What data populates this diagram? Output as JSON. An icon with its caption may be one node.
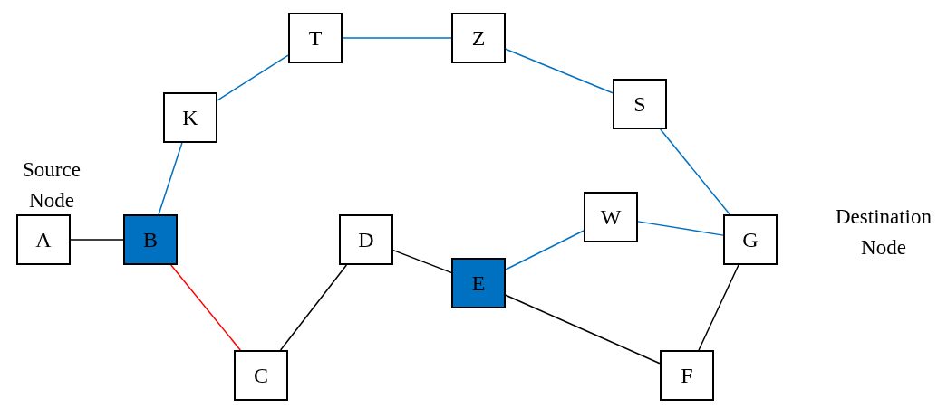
{
  "diagram": {
    "nodes": [
      {
        "text": [
          "A"
        ],
        "beside": [
          "Source Node"
        ]
      },
      {
        "text": [
          "B"
        ]
      },
      {
        "text": [
          "K"
        ]
      },
      {
        "text": [
          "T"
        ]
      },
      {
        "text": [
          "Z"
        ]
      },
      {
        "text": [
          "S"
        ]
      },
      {
        "text": [
          "W"
        ]
      },
      {
        "text": [
          "G"
        ],
        "beside": [
          "Destination Node"
        ]
      },
      {
        "text": [
          "D"
        ]
      },
      {
        "text": [
          "E"
        ]
      },
      {
        "text": [
          "C"
        ]
      },
      {
        "text": [
          "F"
        ]
      }
    ],
    "edges": [
      {
        "from": 0,
        "to": 1,
        "arrow": "none",
        "color": "#000000"
      },
      {
        "from": 1,
        "to": 2,
        "arrow": "none"
      },
      {
        "from": 2,
        "to": 3,
        "arrow": "none"
      },
      {
        "from": 3,
        "to": 4,
        "arrow": "none"
      },
      {
        "from": 4,
        "to": 5,
        "arrow": "none"
      },
      {
        "from": 5,
        "to": 7,
        "arrow": "none"
      },
      {
        "from": 6,
        "to": 7,
        "arrow": "none"
      },
      {
        "from": 9,
        "to": 6,
        "arrow": "none"
      },
      {
        "from": 1,
        "to": 10,
        "arrow": "none",
        "color": "#ff0000"
      },
      {
        "from": 10,
        "to": 8,
        "arrow": "none",
        "color": "#000000"
      },
      {
        "from": 8,
        "to": 9,
        "arrow": "none",
        "color": "#000000"
      },
      {
        "from": 9,
        "to": 11,
        "arrow": "none",
        "color": "#000000"
      },
      {
        "from": 11,
        "to": 7,
        "arrow": "none",
        "color": "#000000"
      }
    ]
  }
}
